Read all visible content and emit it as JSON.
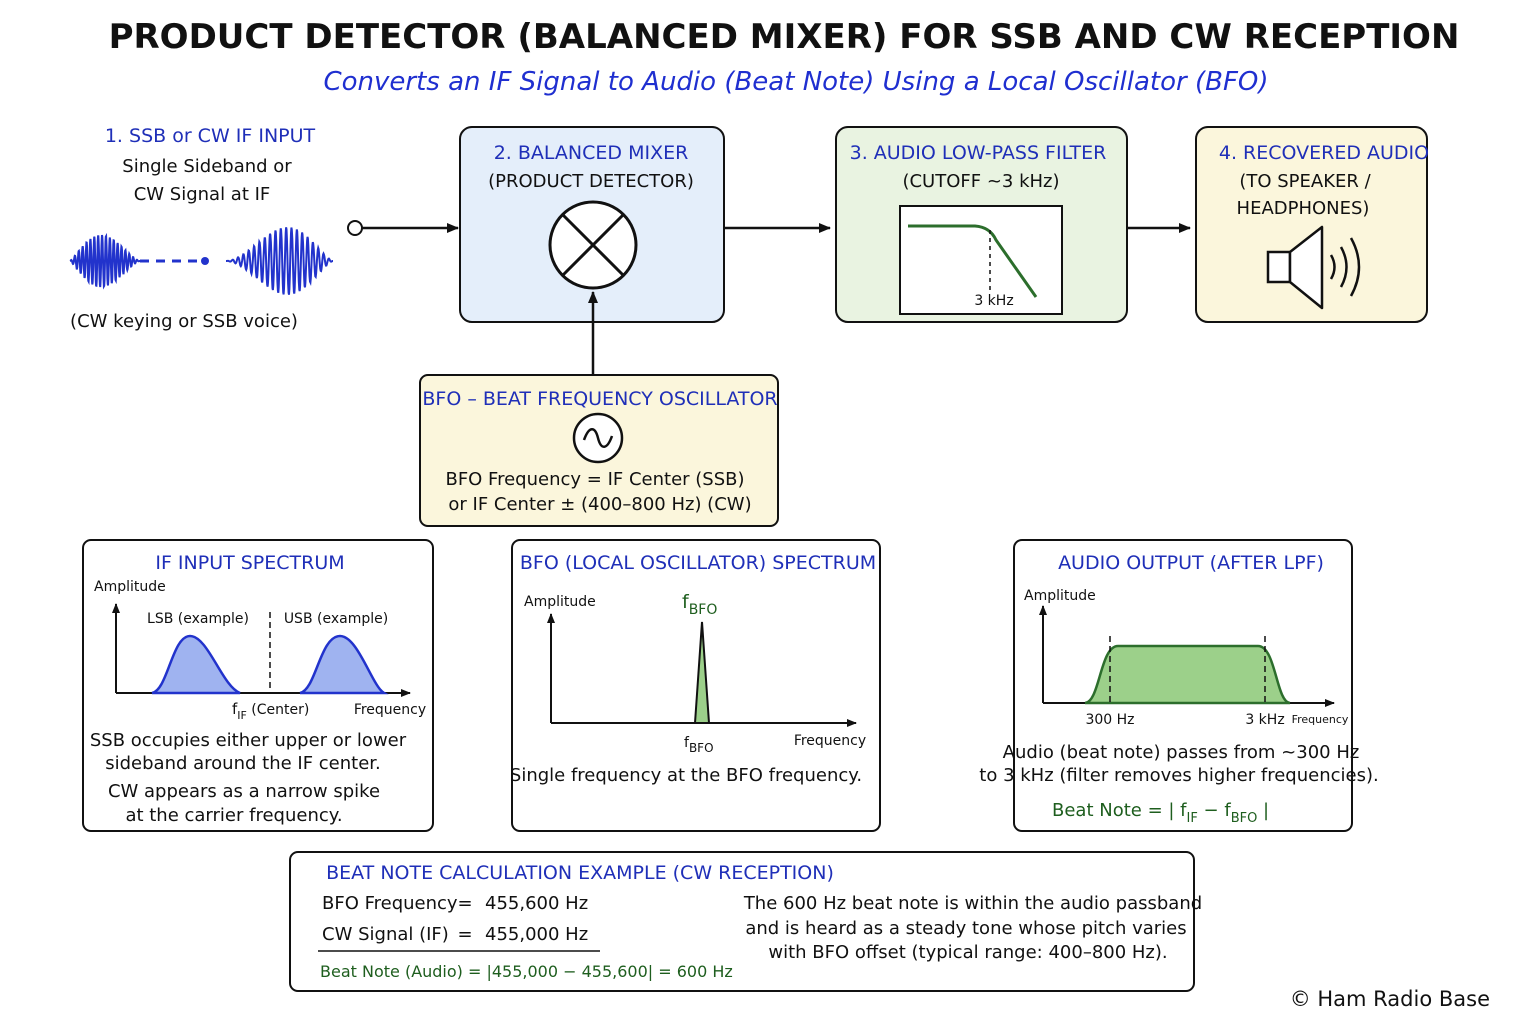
{
  "header": {
    "title": "PRODUCT DETECTOR (BALANCED MIXER) FOR SSB AND CW RECEPTION",
    "subtitle": "Converts an IF Signal to Audio (Beat Note) Using a Local Oscillator (BFO)"
  },
  "input": {
    "title": "1. SSB or CW IF INPUT",
    "line1": "Single Sideband or",
    "line2": "CW Signal at IF",
    "caption": "(CW keying or SSB voice)"
  },
  "mixer": {
    "title": "2. BALANCED MIXER",
    "subtitle": "(PRODUCT DETECTOR)"
  },
  "lpf": {
    "title": "3. AUDIO LOW-PASS FILTER",
    "subtitle": "(CUTOFF ~3 kHz)",
    "cutoff_label": "3 kHz"
  },
  "audio": {
    "title": "4. RECOVERED AUDIO",
    "line1": "(TO SPEAKER /",
    "line2": "HEADPHONES)"
  },
  "bfo": {
    "title": "BFO – BEAT FREQUENCY OSCILLATOR",
    "line1": "BFO Frequency = IF Center (SSB)",
    "line2": "or IF Center ± (400–800 Hz) (CW)"
  },
  "if_spectrum": {
    "title": "IF INPUT SPECTRUM",
    "ylabel": "Amplitude",
    "xlabel": "Frequency",
    "lsb_label": "LSB (example)",
    "usb_label": "USB (example)",
    "center_f": "f",
    "center_sub": "IF",
    "center_suffix": " (Center)",
    "desc1": "SSB occupies either upper or lower",
    "desc2": "sideband around the IF center.",
    "desc3": "CW appears as a narrow spike",
    "desc4": "at the carrier frequency."
  },
  "bfo_spectrum": {
    "title": "BFO (LOCAL OSCILLATOR) SPECTRUM",
    "ylabel": "Amplitude",
    "xlabel": "Frequency",
    "peak_f": "f",
    "peak_sub": "BFO",
    "axis_f": "f",
    "axis_sub": "BFO",
    "desc": "Single frequency at the BFO frequency."
  },
  "audio_spectrum": {
    "title": "AUDIO OUTPUT (AFTER LPF)",
    "ylabel": "Amplitude",
    "xlabel": "Frequency",
    "low_label": "300 Hz",
    "high_label": "3 kHz",
    "desc1": "Audio (beat note) passes from ~300 Hz",
    "desc2": "to 3 kHz (filter removes higher frequencies).",
    "beat_prefix": "Beat Note = | f",
    "beat_sub1": "IF",
    "beat_mid": " − f",
    "beat_sub2": "BFO",
    "beat_suffix": " |"
  },
  "example": {
    "title": "BEAT NOTE CALCULATION EXAMPLE (CW RECEPTION)",
    "row1_label": "BFO Frequency",
    "row1_eq": "=",
    "row1_value": "455,600 Hz",
    "row2_label": "CW Signal (IF)",
    "row2_eq": "=",
    "row2_value": "455,000 Hz",
    "result": "Beat Note (Audio) = |455,000 − 455,600| = 600 Hz",
    "note1": "The 600 Hz beat note is within the audio passband",
    "note2": "and is heard as a steady tone whose pitch varies",
    "note3": "with BFO offset (typical range: 400–800 Hz)."
  },
  "footer": {
    "copyright": "© Ham Radio Base"
  },
  "colors": {
    "mixer_fill": "#e4eefa",
    "lpf_fill": "#e9f3e1",
    "yellow_fill": "#fbf6dc",
    "blue_text": "#1f2fb8",
    "green_text": "#1e5e1e",
    "sideband_fill": "#9fb3f0",
    "sideband_stroke": "#2233cc",
    "green_fill": "#9cd08a",
    "green_stroke": "#2c6e2c"
  }
}
